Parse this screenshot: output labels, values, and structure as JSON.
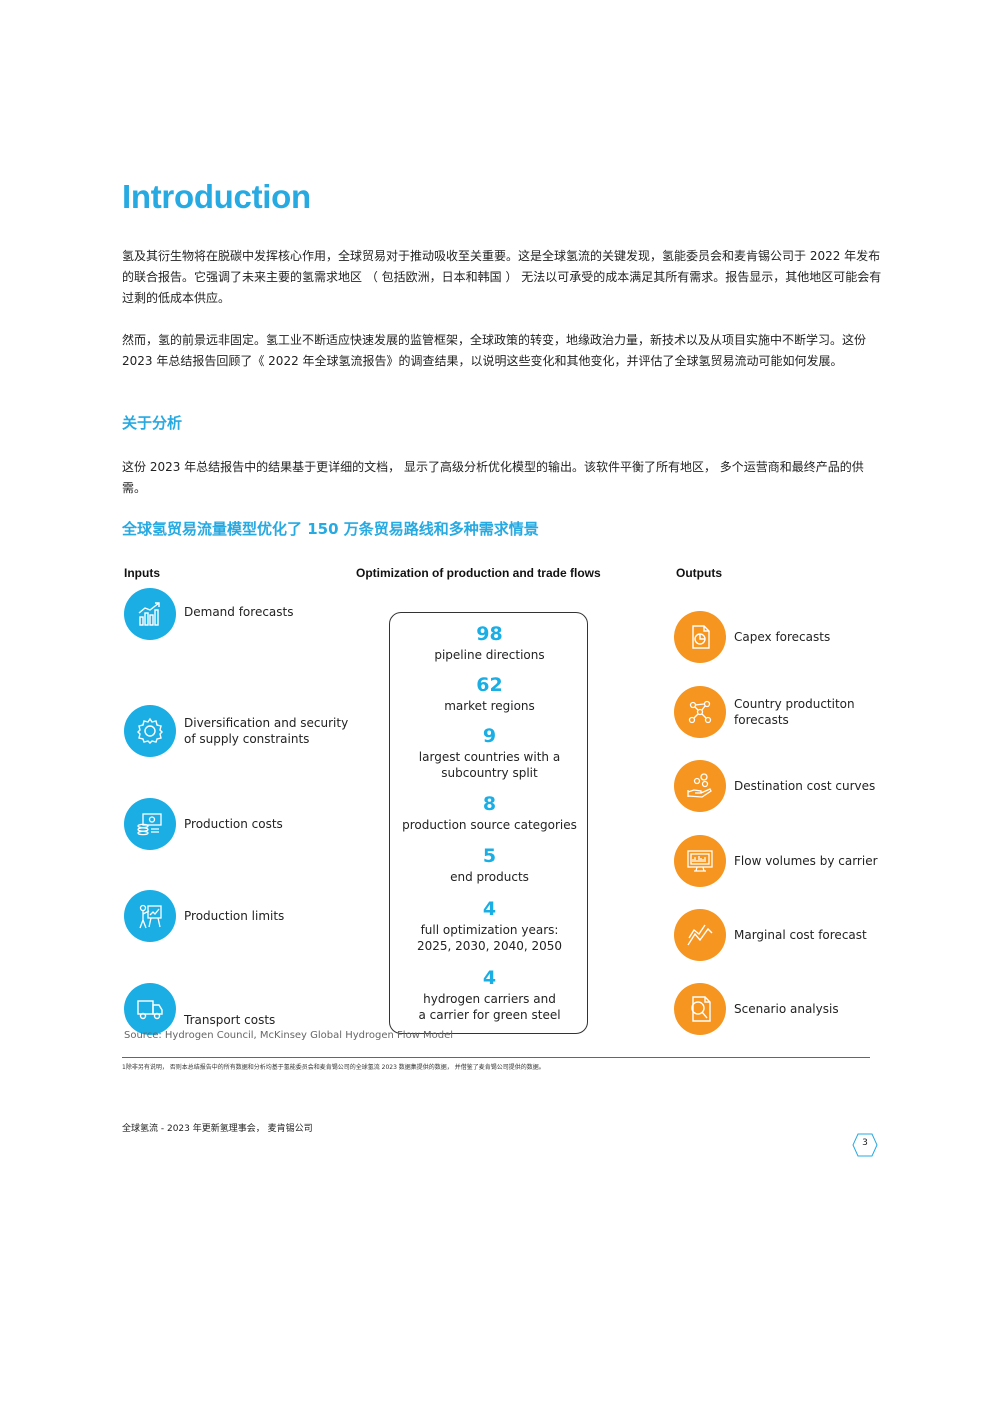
{
  "title": "Introduction",
  "paragraphs": {
    "p1": "氢及其衍生物将在脱碳中发挥核心作用，全球贸易对于推动吸收至关重要。这是全球氢流的关键发现，氢能委员会和麦肯锡公司于 2022 年发布的联合报告。它强调了未来主要的氢需求地区 （ 包括欧洲，日本和韩国 ） 无法以可承受的成本满足其所有需求。报告显示，其他地区可能会有过剩的低成本供应。",
    "p2": "然而，氢的前景远非固定。氢工业不断适应快速发展的监管框架，全球政策的转变，地缘政治力量，新技术以及从项目实施中不断学习。这份 2023 年总结报告回顾了《 2022 年全球氢流报告》的调查结果，以说明这些变化和其他变化，并评估了全球氢贸易流动可能如何发展。",
    "p3": "这份 2023 年总结报告中的结果基于更详细的文档， 显示了高级分析优化模型的输出。该软件平衡了所有地区， 多个运营商和最终产品的供需。"
  },
  "section_heading": "关于分析",
  "diagram_heading": "全球氢贸易流量模型优化了 150 万条贸易路线和多种需求情景",
  "columns": {
    "inputs": "Inputs",
    "optimization": "Optimization of production and trade flows",
    "outputs": "Outputs"
  },
  "inputs": [
    {
      "icon": "bar-chart-icon",
      "label": "Demand forecasts"
    },
    {
      "icon": "gear-icon",
      "label": "Diversification and security of supply constraints"
    },
    {
      "icon": "money-stack-icon",
      "label": "Production costs"
    },
    {
      "icon": "presenter-icon",
      "label": "Production limits"
    },
    {
      "icon": "truck-icon",
      "label": "Transport costs"
    }
  ],
  "stats": [
    {
      "num": "98",
      "desc": "pipeline directions"
    },
    {
      "num": "62",
      "desc": "market regions"
    },
    {
      "num": "9",
      "desc": "largest countries with a subcountry split"
    },
    {
      "num": "8",
      "desc": "production source categories"
    },
    {
      "num": "5",
      "desc": "end products"
    },
    {
      "num": "4",
      "desc": "full optimization years: 2025, 2030, 2040, 2050"
    },
    {
      "num": "4",
      "desc": "hydrogen carriers and a carrier for green steel"
    }
  ],
  "outputs": [
    {
      "icon": "pie-document-icon",
      "label": "Capex forecasts"
    },
    {
      "icon": "network-icon",
      "label": "Country productiton forecasts"
    },
    {
      "icon": "hand-coins-icon",
      "label": "Destination cost curves"
    },
    {
      "icon": "monitor-chart-icon",
      "label": "Flow volumes by carrier"
    },
    {
      "icon": "line-trend-icon",
      "label": "Marginal cost forecast"
    },
    {
      "icon": "magnifier-document-icon",
      "label": "Scenario analysis"
    }
  ],
  "source": "Source: Hydrogen Council, McKinsey Global Hydrogen Flow Model",
  "footnote": "1除非另有说明， 否则本总结报告中的所有数据和分析均基于氢能委员会和麦肯锡公司的全球氢流 2023 数据集提供的数据， 并借鉴了麦肯锡公司提供的数据。",
  "footer": "全球氢流 - 2023 年更新氢理事会， 麦肯锡公司",
  "page_number": "3",
  "colors": {
    "accent_blue": "#1aaee5",
    "accent_orange": "#f6951f"
  }
}
